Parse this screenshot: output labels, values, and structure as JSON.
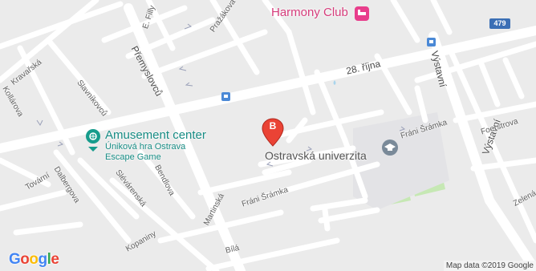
{
  "map": {
    "streets": {
      "e_filly": "E. Filly",
      "prazakova": "Pražákova",
      "premyslovcu": "Přemyslovců",
      "kravarska": "Kravařská",
      "slavnikovcu": "Slavníkovců",
      "kollarova": "Kollárova",
      "ricna_28": "28. října",
      "vystavni_top": "Výstavní",
      "vystavni_right": "Výstavní",
      "frani_sramka_right": "Fráni Šrámka",
      "frani_sramka_left": "Fráni Šrámka",
      "foerstrova": "Foerstrova",
      "zelena": "Zelená",
      "tovarni": "Tovární",
      "dalbergova": "Dalbergova",
      "slevarenska": "Slévárenská",
      "bendlova": "Bendlova",
      "martinska": "Martinská",
      "kopaniny": "Kopaniny",
      "bila": "Bílá"
    },
    "pois": {
      "harmony_club": "Harmony Club",
      "amusement_center": "Amusement center",
      "amusement_sub_1": "Úniková hra Ostrava",
      "amusement_sub_2": "Escape Game",
      "university": "Ostravská univerzita"
    },
    "route_shield": "479",
    "marker_label": "B",
    "logo": "Google",
    "attribution": "Map data ©2019 Google"
  }
}
